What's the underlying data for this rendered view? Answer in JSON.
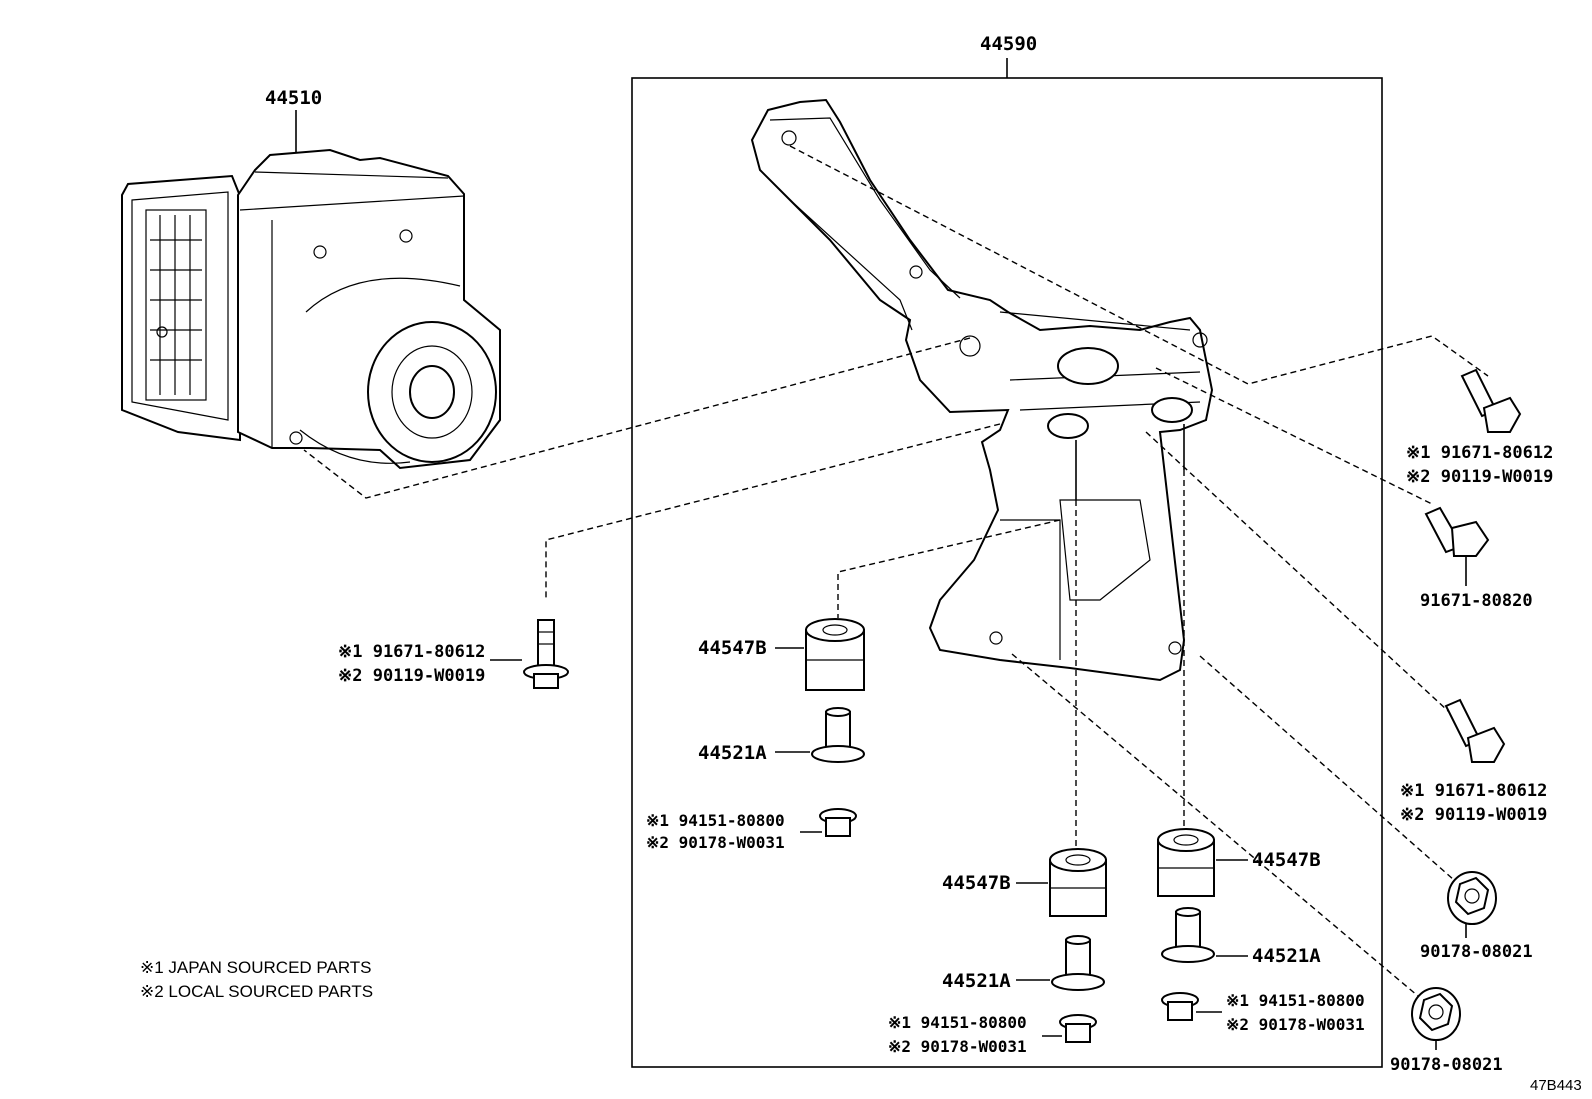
{
  "diagram_code": "47B443",
  "legend": {
    "note1": "※1 JAPAN SOURCED PARTS",
    "note2": "※2 LOCAL SOURCED PARTS"
  },
  "parts": {
    "bracket_assembly": "44590",
    "actuator": "44510",
    "cushion_upper_left": "44547B",
    "cushion_lower_mid": "44547B",
    "cushion_right": "44547B",
    "collar_upper_left": "44521A",
    "collar_lower_mid": "44521A",
    "collar_right": "44521A"
  },
  "bolt_left": {
    "j": "※1 91671-80612",
    "l": "※2 90119-W0019"
  },
  "bolt_right_top": {
    "j": "※1 91671-80612",
    "l": "※2 90119-W0019"
  },
  "bolt_right_mid": {
    "single": "91671-80820"
  },
  "bolt_right_low": {
    "j": "※1 91671-80612",
    "l": "※2 90119-W0019"
  },
  "nut_left": {
    "j": "※1 94151-80800",
    "l": "※2 90178-W0031"
  },
  "nut_mid": {
    "j": "※1 94151-80800",
    "l": "※2 90178-W0031"
  },
  "nut_right": {
    "j": "※1 94151-80800",
    "l": "※2 90178-W0031"
  },
  "flange_nut_upper": "90178-08021",
  "flange_nut_lower": "90178-08021"
}
